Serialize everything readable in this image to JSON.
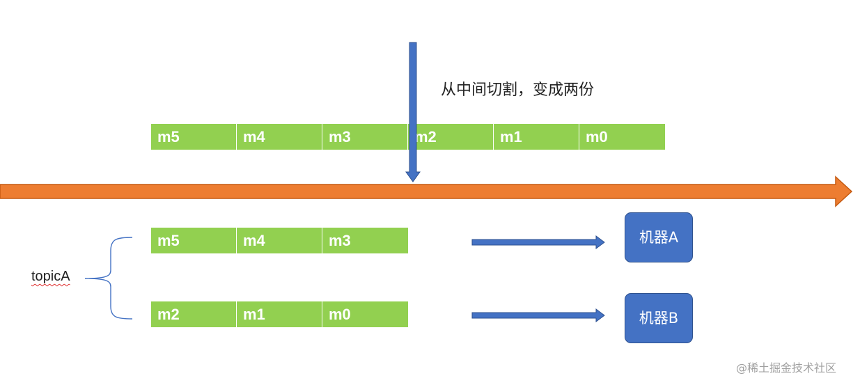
{
  "caption": "从中间切割，变成两份",
  "top_row": [
    "m5",
    "m4",
    "m3",
    "m2",
    "m1",
    "m0"
  ],
  "group_label": "topicA",
  "partition_a": [
    "m5",
    "m4",
    "m3"
  ],
  "partition_b": [
    "m2",
    "m1",
    "m0"
  ],
  "machine_a": "机器A",
  "machine_b": "机器B",
  "watermark": "@稀土掘金技术社区",
  "colors": {
    "segment": "#92d050",
    "timeline": "#ed7d31",
    "arrow": "#4472c4",
    "machine": "#4472c4",
    "brace": "#4472c4"
  }
}
